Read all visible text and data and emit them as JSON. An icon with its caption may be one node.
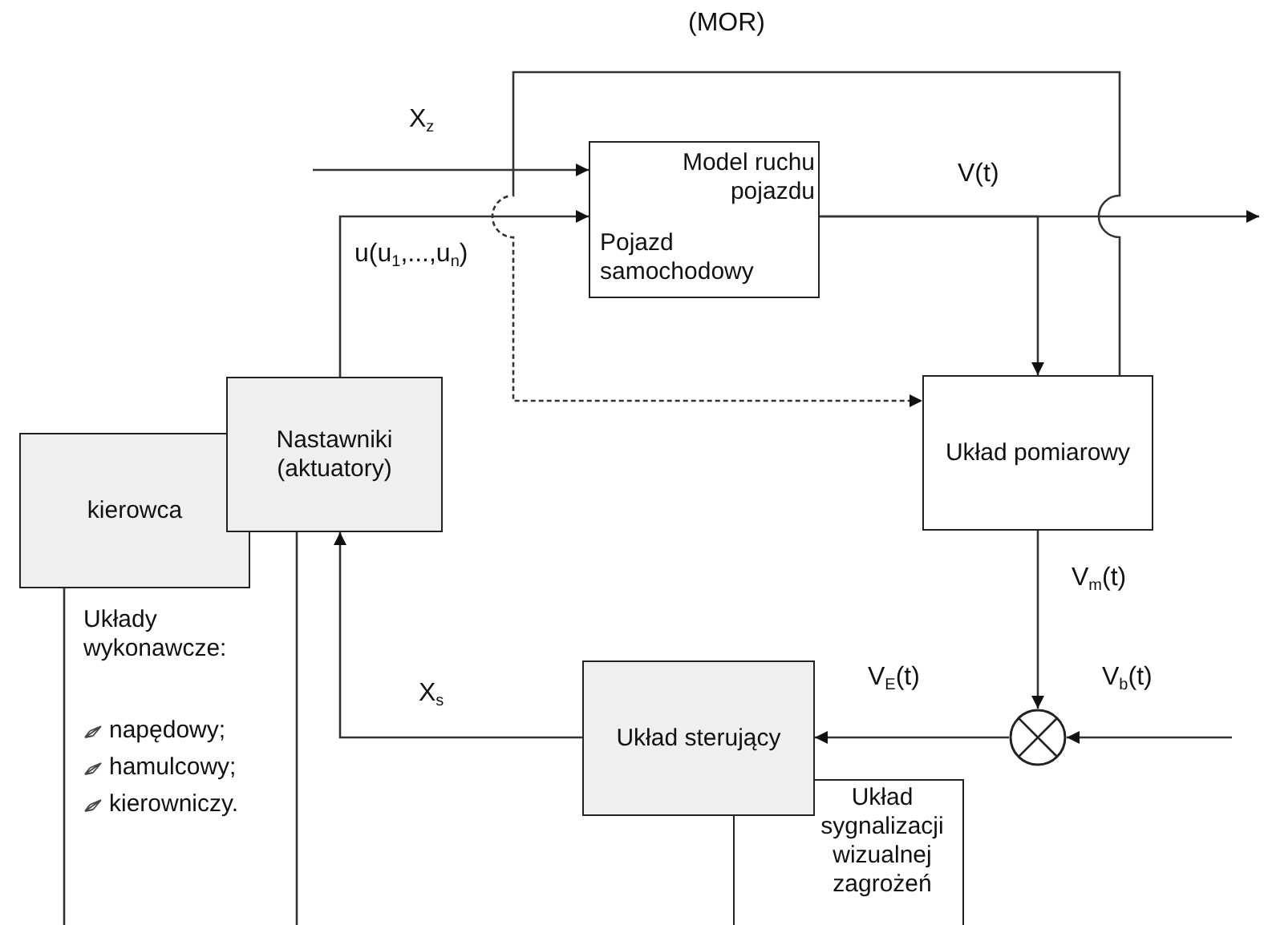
{
  "diagram": {
    "nodes": [
      {
        "text": [
          "Model ruchu pojazdu",
          "Pojazd samochodowy"
        ]
      },
      {
        "text": [
          "Nastawniki (aktuatory)"
        ]
      },
      {
        "text": [
          "kierowca"
        ]
      },
      {
        "text": [
          "Układ pomiarowy"
        ]
      },
      {
        "text": [
          "Układ sterujący"
        ]
      },
      {
        "text": [],
        "shape": "circle"
      },
      {
        "text": [
          "Układ sygnalizacji wizualnej zagrożeń"
        ]
      }
    ],
    "edges": [
      {
        "from": null,
        "to": 0,
        "arrow": "to",
        "label": "X$_{z}$"
      },
      {
        "from": 1,
        "to": 0,
        "arrow": "to",
        "label": "u(u$_{1}$,...,u$_{n}$)"
      },
      {
        "from": 0,
        "to": null,
        "arrow": "to",
        "label": "V(t)"
      },
      {
        "from": 0,
        "to": 3,
        "arrow": "to"
      },
      {
        "from": 3,
        "to": 3,
        "arrow": "to",
        "label": "(MOR)",
        "style": "dashed"
      },
      {
        "from": 3,
        "to": 5,
        "arrow": "to",
        "label": "V$_{m}$(t)"
      },
      {
        "from": null,
        "to": 5,
        "arrow": "to",
        "label": "V$_{b}$(t)"
      },
      {
        "from": 5,
        "to": 4,
        "arrow": "to",
        "label": "V$_{E}$(t)"
      },
      {
        "from": 4,
        "to": 1,
        "arrow": "to",
        "label": "X$_{s}$"
      }
    ],
    "labels": [
      "Układy wykonawcze:",
      "napędowy;",
      "hamulcowy;",
      "kierowniczy."
    ]
  }
}
